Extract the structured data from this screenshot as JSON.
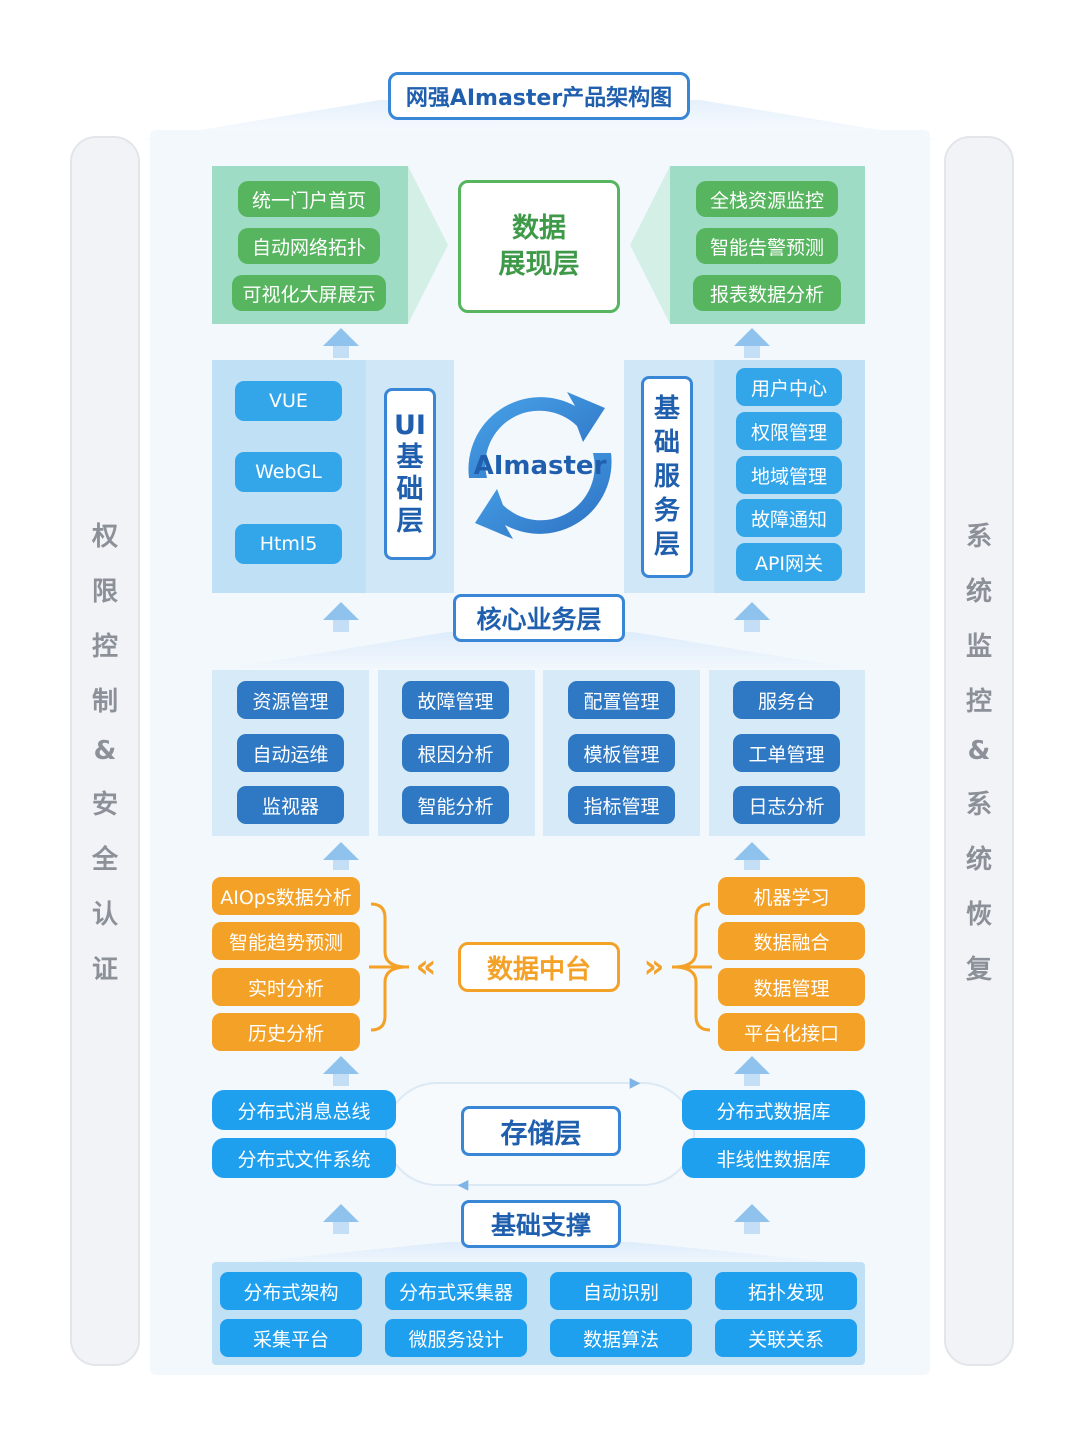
{
  "title": "网强AImaster产品架构图",
  "left_rail": [
    "权",
    "限",
    "控",
    "制",
    "&",
    "安",
    "全",
    "认",
    "证"
  ],
  "right_rail": [
    "系",
    "统",
    "监",
    "控",
    "&",
    "系",
    "统",
    "恢",
    "复"
  ],
  "data_display": {
    "label_line1": "数据",
    "label_line2": "展现层",
    "left_items": [
      "统一门户首页",
      "自动网络拓扑",
      "可视化大屏展示"
    ],
    "right_items": [
      "全栈资源监控",
      "智能告警预测",
      "报表数据分析"
    ]
  },
  "ui_layer": {
    "label": [
      "UI",
      "基",
      "础",
      "层"
    ],
    "items": [
      "VUE",
      "WebGL",
      "Html5"
    ]
  },
  "center_logo": "AImaster",
  "base_service": {
    "label": [
      "基",
      "础",
      "服",
      "务",
      "层"
    ],
    "items": [
      "用户中心",
      "权限管理",
      "地域管理",
      "故障通知",
      "API网关"
    ]
  },
  "core_business": {
    "label": "核心业务层",
    "columns": [
      [
        "资源管理",
        "自动运维",
        "监视器"
      ],
      [
        "故障管理",
        "根因分析",
        "智能分析"
      ],
      [
        "配置管理",
        "模板管理",
        "指标管理"
      ],
      [
        "服务台",
        "工单管理",
        "日志分析"
      ]
    ]
  },
  "data_platform": {
    "label": "数据中台",
    "left_chevron": "«",
    "right_chevron": "»",
    "left_items": [
      "AIOps数据分析",
      "智能趋势预测",
      "实时分析",
      "历史分析"
    ],
    "right_items": [
      "机器学习",
      "数据融合",
      "数据管理",
      "平台化接口"
    ]
  },
  "storage": {
    "label": "存储层",
    "left_items": [
      "分布式消息总线",
      "分布式文件系统"
    ],
    "right_items": [
      "分布式数据库",
      "非线性数据库"
    ]
  },
  "infrastructure": {
    "label": "基础支撑",
    "row1": [
      "分布式架构",
      "分布式采集器",
      "自动识别",
      "拓扑发现"
    ],
    "row2": [
      "采集平台",
      "微服务设计",
      "数据算法",
      "关联关系"
    ]
  },
  "colors": {
    "green": "#57b55f",
    "blue": "#33a6ea",
    "dark_blue": "#2f78c4",
    "orange": "#f4a128",
    "frame": "#3a86d6"
  }
}
